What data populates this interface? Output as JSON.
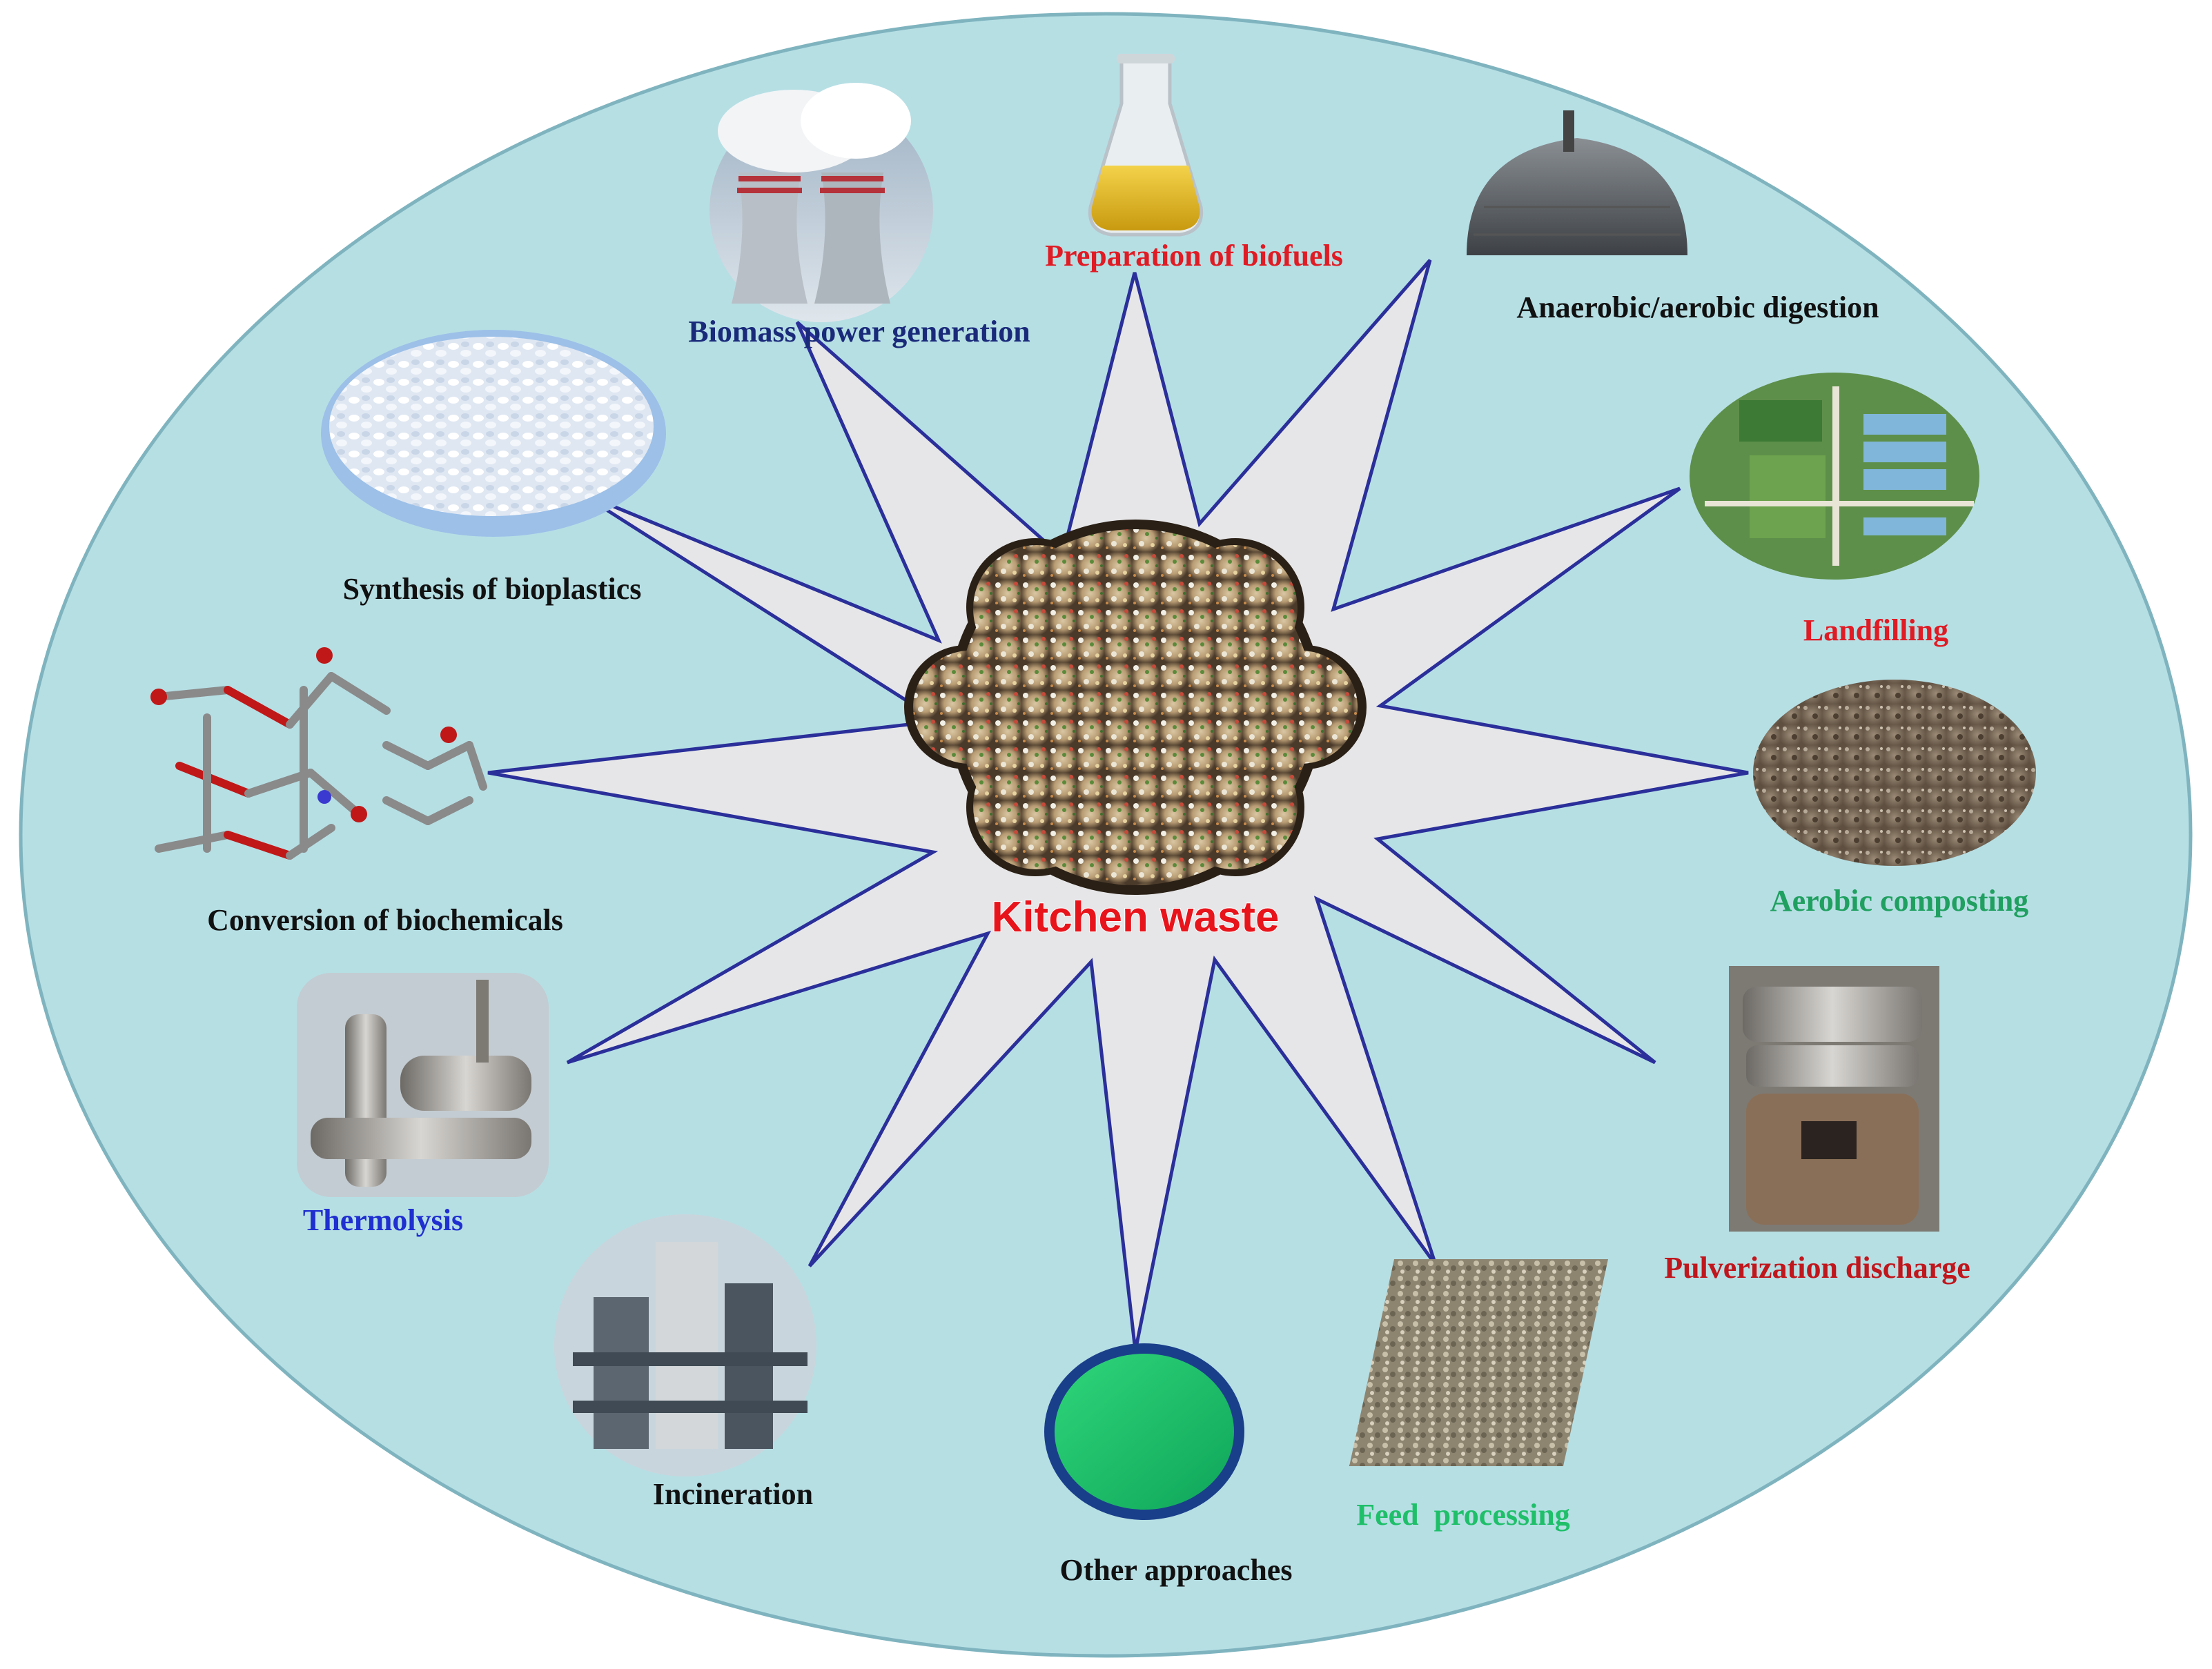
{
  "center": {
    "label": "Kitchen waste",
    "color": "#e8141c"
  },
  "nodes": [
    {
      "id": "biofuels",
      "label": "Preparation of biofuels",
      "color": "#e01b24",
      "icon": "flask-with-oil"
    },
    {
      "id": "digestion",
      "label": "Anaerobic/aerobic digestion",
      "color": "#111111",
      "icon": "digester-dome"
    },
    {
      "id": "landfilling",
      "label": "Landfilling",
      "color": "#e01b24",
      "icon": "landfill-site-aerial"
    },
    {
      "id": "composting",
      "label": "Aerobic composting",
      "color": "#20a060",
      "icon": "compost-soil"
    },
    {
      "id": "pulverization",
      "label": "Pulverization discharge",
      "color": "#c0161c",
      "icon": "grinder-machine"
    },
    {
      "id": "feed",
      "label": "Feed  processing",
      "color": "#1fbf6a",
      "icon": "feed-pellets"
    },
    {
      "id": "other",
      "label": "Other approaches",
      "color": "#111111",
      "icon": "green-circle"
    },
    {
      "id": "incineration",
      "label": "Incineration",
      "color": "#111111",
      "icon": "incineration-plant"
    },
    {
      "id": "thermolysis",
      "label": "Thermolysis",
      "color": "#1f2fd0",
      "icon": "pipe-plant"
    },
    {
      "id": "biochemicals",
      "label": "Conversion of biochemicals",
      "color": "#111111",
      "icon": "molecule-model"
    },
    {
      "id": "bioplastics",
      "label": "Synthesis of bioplastics",
      "color": "#111111",
      "icon": "plastic-pellets"
    },
    {
      "id": "power",
      "label": "Biomass power generation",
      "color": "#1a2a7a",
      "icon": "cooling-towers"
    }
  ],
  "colors": {
    "ellipse_fill": "#b6dfe4",
    "ellipse_stroke": "#7fb4bf",
    "star_fill": "#e6e6e8",
    "star_stroke": "#2a2f9a"
  }
}
